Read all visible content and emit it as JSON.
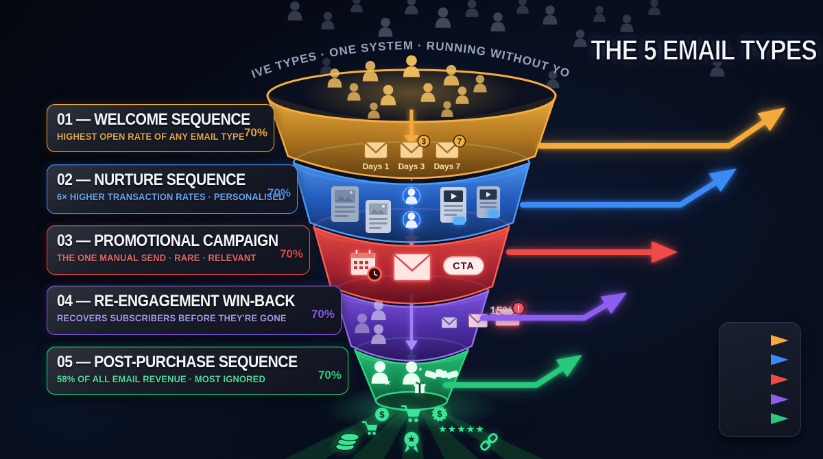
{
  "title": "THE 5 EMAIL TYPES",
  "tagline": "FIVE TYPES · ONE SYSTEM · RUNNING WITHOUT YOU",
  "cards": [
    {
      "heading": "01 — WELCOME SEQUENCE",
      "subtitle": "HIGHEST OPEN RATE OF ANY EMAIL TYPE",
      "percent": "70%"
    },
    {
      "heading": "02 — NURTURE SEQUENCE",
      "subtitle": "6× HIGHER TRANSACTION RATES · PERSONALISED",
      "percent": "70%"
    },
    {
      "heading": "03 — PROMOTIONAL CAMPAIGN",
      "subtitle": "THE ONE MANUAL SEND · RARE · RELEVANT",
      "percent": "70%"
    },
    {
      "heading": "04 — RE-ENGAGEMENT WIN-BACK",
      "subtitle": "RECOVERS SUBSCRIBERS BEFORE THEY'RE GONE",
      "percent": "70%"
    },
    {
      "heading": "05 — POST-PURCHASE SEQUENCE",
      "subtitle": "58% OF ALL EMAIL REVENUE · MOST IGNORED",
      "percent": "70%"
    }
  ],
  "funnel": {
    "day_labels": [
      "Days 1",
      "Days 3",
      "Days 7"
    ],
    "day3_badge": "3",
    "day7_badge": "7",
    "cta_label": "CTA",
    "winback_retention": "15%",
    "alert_badge": "!"
  },
  "icons": {
    "five_stars": "★★★★★",
    "dollar": "$"
  },
  "colors": {
    "tier1_gold": "#f0a93c",
    "tier2_blue": "#4f93f2",
    "tier3_red": "#ef4a46",
    "tier4_purple": "#8b5cf6",
    "tier5_green": "#2fd584",
    "background": "#070d1a"
  }
}
